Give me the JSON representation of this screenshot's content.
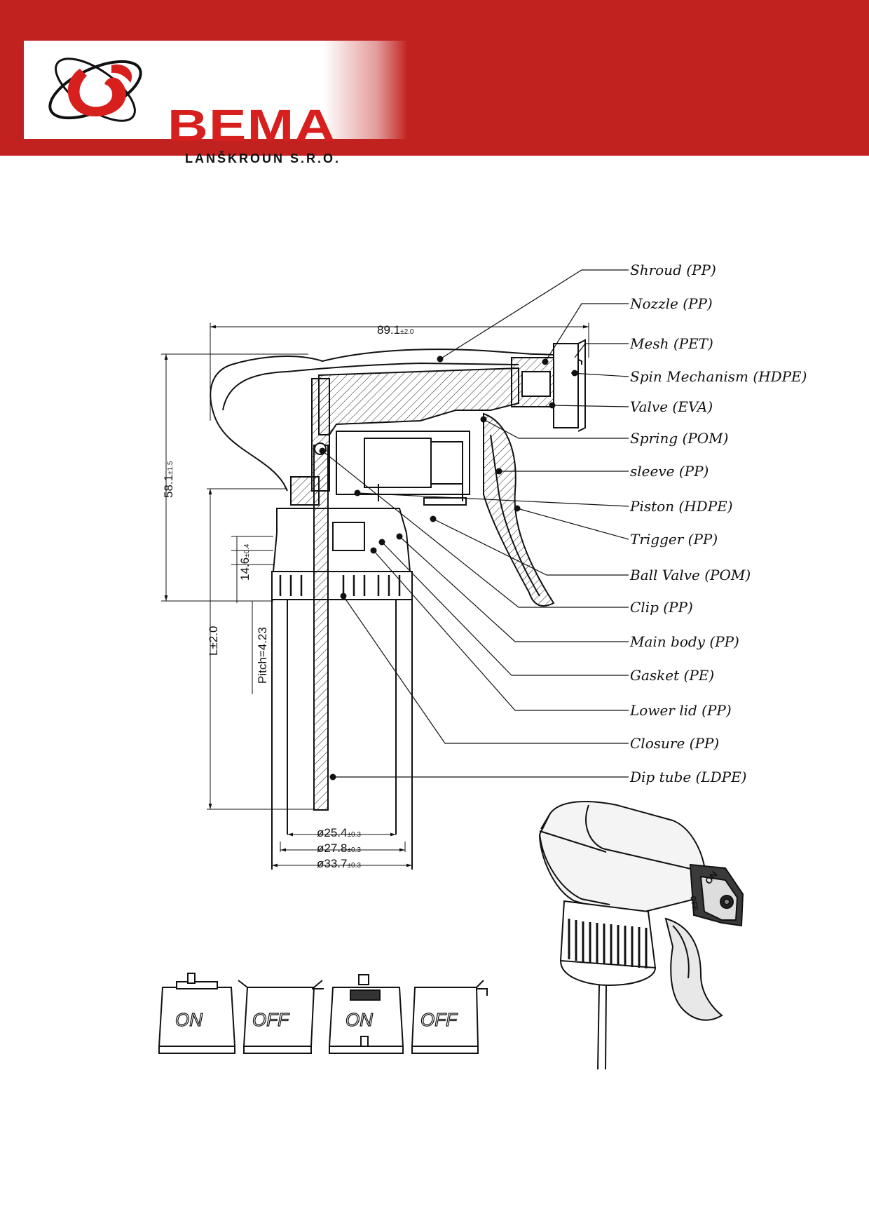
{
  "header": {
    "brand": "BEMA",
    "subtitle": "LANŠKROUN S.R.O.",
    "brand_color": "#d7201d",
    "band_color": "#c1221f",
    "logo_icon": "orbit-swirl-logo"
  },
  "dimensions": {
    "width": "89.1",
    "width_tol": "±2.0",
    "height": "58.1",
    "height_tol": "±1.5",
    "stroke_len": "14.6",
    "stroke_tol": "±0.4",
    "pitch": "Pitch=4.23",
    "length": "L±2.0",
    "d1": "ø25.4",
    "d1_tol": "±0.3",
    "d2": "ø27.8",
    "d2_tol": "±0.3",
    "d3": "ø33.7",
    "d3_tol": "±0.3"
  },
  "parts": [
    "Shroud (PP)",
    "Nozzle (PP)",
    "Mesh (PET)",
    "Spin Mechanism (HDPE)",
    "Valve (EVA)",
    "Spring (POM)",
    "sleeve (PP)",
    "Piston (HDPE)",
    "Trigger (PP)",
    "Ball Valve (POM)",
    "Clip (PP)",
    "Main body (PP)",
    "Gasket (PE)",
    "Lower lid (PP)",
    "Closure (PP)",
    "Dip tube (LDPE)"
  ],
  "nozzle_caps": [
    "ON",
    "OFF",
    "ON",
    "OFF"
  ],
  "photo_labels": {
    "on": "ON",
    "off": "OFF"
  }
}
